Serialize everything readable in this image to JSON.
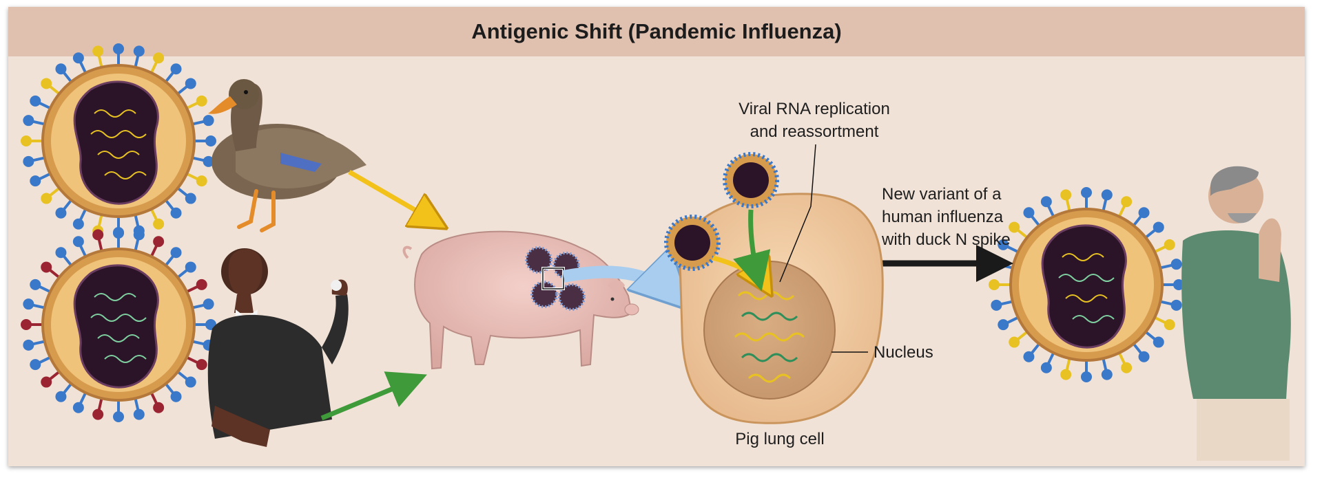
{
  "title": "Antigenic Shift (Pandemic Influenza)",
  "labels": {
    "replication_line1": "Viral RNA replication",
    "replication_line2": "and reassortment",
    "variant_line1": "New variant of a",
    "variant_line2": "human influenza",
    "variant_line3": "with duck N spike",
    "nucleus": "Nucleus",
    "lung_cell": "Pig lung cell"
  },
  "colors": {
    "title_bar": "#e0c1b0",
    "background": "#f1e2d7",
    "duck_arrow": "#f2c21b",
    "human_arrow": "#3f9a3a",
    "transfer_arrow": "#a8cdee",
    "output_arrow": "#1a1a1a",
    "h_spike_blue": "#3a78c9",
    "duck_n_spike_yellow": "#e8c223",
    "human_n_spike_red": "#9a2432"
  },
  "icons": [
    "duck-illustration",
    "human-female-illustration",
    "pig-illustration",
    "human-male-illustration",
    "virus-particle"
  ]
}
